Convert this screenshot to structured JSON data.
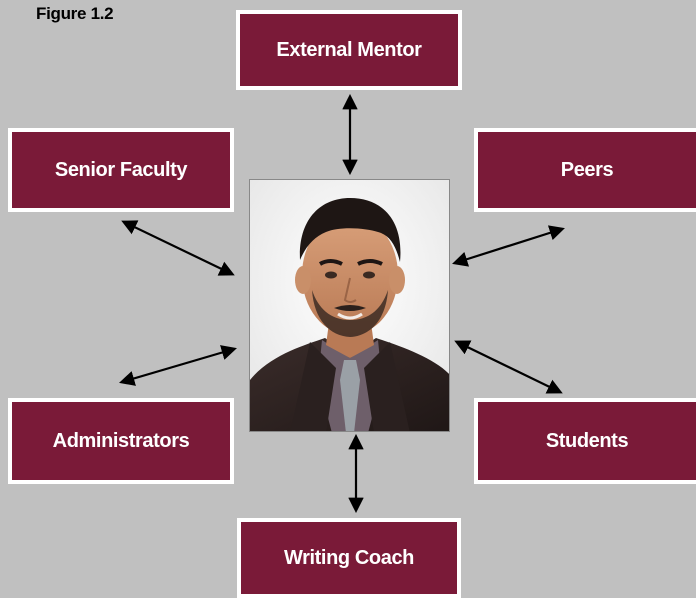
{
  "figure_label": "Figure 1.2",
  "nodes": {
    "external_mentor": "External Mentor",
    "senior_faculty": "Senior Faculty",
    "peers": "Peers",
    "administrators": "Administrators",
    "students": "Students",
    "writing_coach": "Writing Coach"
  },
  "colors": {
    "background": "#c0c0c0",
    "box_fill": "#7a1a38",
    "box_border": "#ffffff",
    "arrow": "#000000"
  },
  "center_image": "portrait-photo"
}
